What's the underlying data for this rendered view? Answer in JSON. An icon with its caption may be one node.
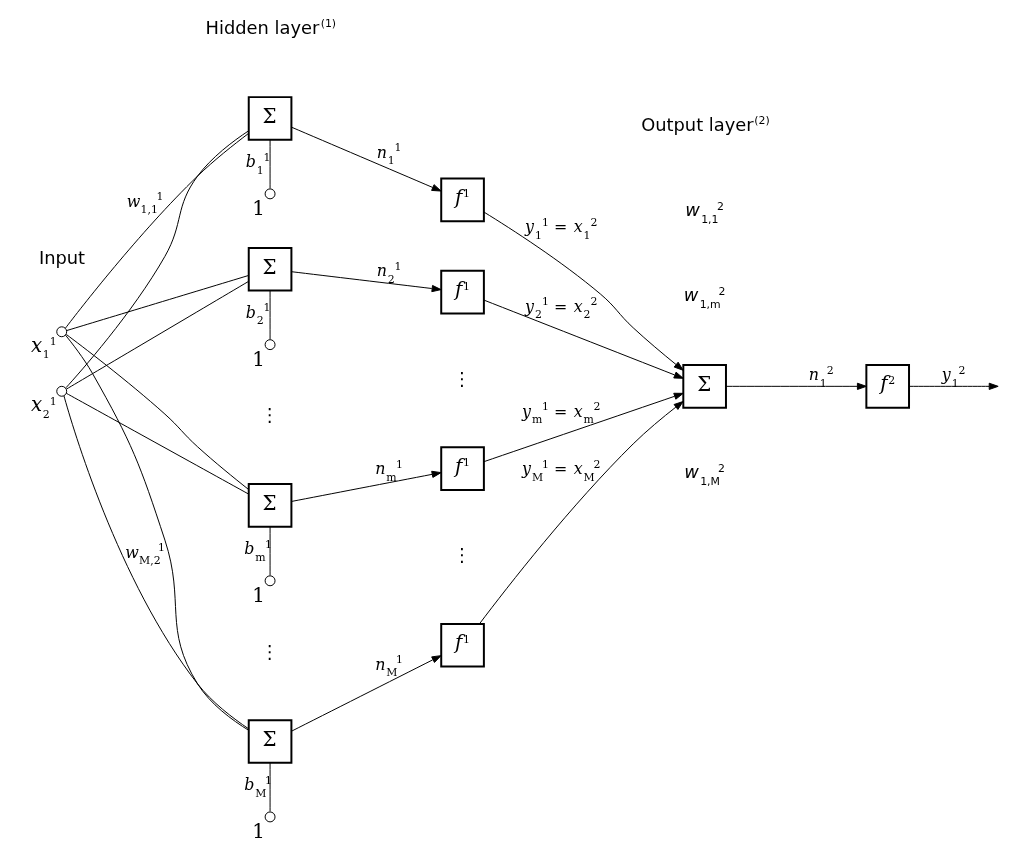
{
  "diagram": {
    "nodes": [
      {
        "text": [],
        "shape": "circle",
        "beside": [
          "*x*$_{1}$$^{1}$"
        ]
      },
      {
        "text": [],
        "shape": "circle",
        "beside": [
          "*x*$_{2}$$^{1}$"
        ]
      },
      {
        "text": [
          "Σ"
        ]
      },
      {
        "text": [],
        "shape": "circle",
        "beside": [
          "1"
        ]
      },
      {
        "text": [
          "Σ"
        ]
      },
      {
        "text": [],
        "shape": "circle",
        "beside": [
          "1"
        ]
      },
      {
        "text": [
          "Σ"
        ]
      },
      {
        "text": [],
        "shape": "circle",
        "beside": [
          "1"
        ]
      },
      {
        "text": [
          "Σ"
        ]
      },
      {
        "text": [],
        "shape": "circle",
        "beside": [
          "1"
        ]
      },
      {
        "text": [
          "*f*$^{1}$"
        ]
      },
      {
        "text": [
          "*f*$^{1}$"
        ]
      },
      {
        "text": [
          "*f*$^{1}$"
        ]
      },
      {
        "text": [
          "*f*$^{1}$"
        ]
      },
      {
        "text": [
          "Σ"
        ]
      },
      {
        "text": [
          "*f*$^{2}$"
        ]
      }
    ],
    "edges": [
      {
        "from": 0,
        "to": 2,
        "arrow": "none",
        "label": "*w*$_{1,1}$$^{1}$"
      },
      {
        "from": 0,
        "to": 4,
        "arrow": "none"
      },
      {
        "from": 0,
        "to": 6,
        "arrow": "none"
      },
      {
        "from": 0,
        "to": 8,
        "arrow": "none"
      },
      {
        "from": 1,
        "to": 2,
        "arrow": "none"
      },
      {
        "from": 1,
        "to": 4,
        "arrow": "none"
      },
      {
        "from": 1,
        "to": 6,
        "arrow": "none"
      },
      {
        "from": 1,
        "to": 8,
        "arrow": "none",
        "label": "*w*$_{M,2}$$^{1}$"
      },
      {
        "from": 3,
        "to": 2,
        "arrow": "none",
        "label": "*b*$_{1}$$^{1}$"
      },
      {
        "from": 5,
        "to": 4,
        "arrow": "none",
        "label": "*b*$_{2}$$^{1}$"
      },
      {
        "from": 7,
        "to": 6,
        "arrow": "none",
        "label": "*b*$_{m}$$^{1}$"
      },
      {
        "from": 9,
        "to": 8,
        "arrow": "none",
        "label": "*b*$_{M}$$^{1}$"
      },
      {
        "from": 2,
        "to": 10,
        "arrow": "to",
        "label": "*n*$_{1}$$^{1}$"
      },
      {
        "from": 4,
        "to": 11,
        "arrow": "to",
        "label": "*n*$_{2}$$^{1}$"
      },
      {
        "from": 6,
        "to": 12,
        "arrow": "to",
        "label": "*n*$_{m}$$^{1}$"
      },
      {
        "from": 8,
        "to": 13,
        "arrow": "to",
        "label": "*n*$_{M}$$^{1}$"
      },
      {
        "from": 10,
        "to": 14,
        "arrow": "to",
        "label": "*y*$_{1}$$^{1}$ = *x*$_{1}$$^{2}$"
      },
      {
        "from": 11,
        "to": 14,
        "arrow": "to",
        "label": "*y*$_{2}$$^{1}$ = *x*$_{2}$$^{2}$"
      },
      {
        "from": 12,
        "to": 14,
        "arrow": "to",
        "label": "*y*$_{m}$$^{1}$ = *x*$_{m}$$^{2}$"
      },
      {
        "from": 13,
        "to": 14,
        "arrow": "to",
        "label": "*y*$_{M}$$^{1}$ = *x*$_{M}$$^{2}$"
      },
      {
        "from": 14,
        "to": 15,
        "arrow": "to",
        "label": "*n*$_{1}$$^{2}$"
      },
      {
        "from": 15,
        "to": null,
        "arrow": "to",
        "label": "*y*$_{1}$$^{2}$"
      }
    ],
    "labels": [
      "Input",
      "Hidden layer$^{(1)}$",
      "Output layer$^{(2)}$",
      "*w*$_{1,1}$$^{2}$",
      "*w*$_{1,m}$$^{2}$",
      "*w*$_{1,M}$$^{2}$",
      "⋮",
      "⋮",
      "⋮",
      "⋮"
    ]
  }
}
